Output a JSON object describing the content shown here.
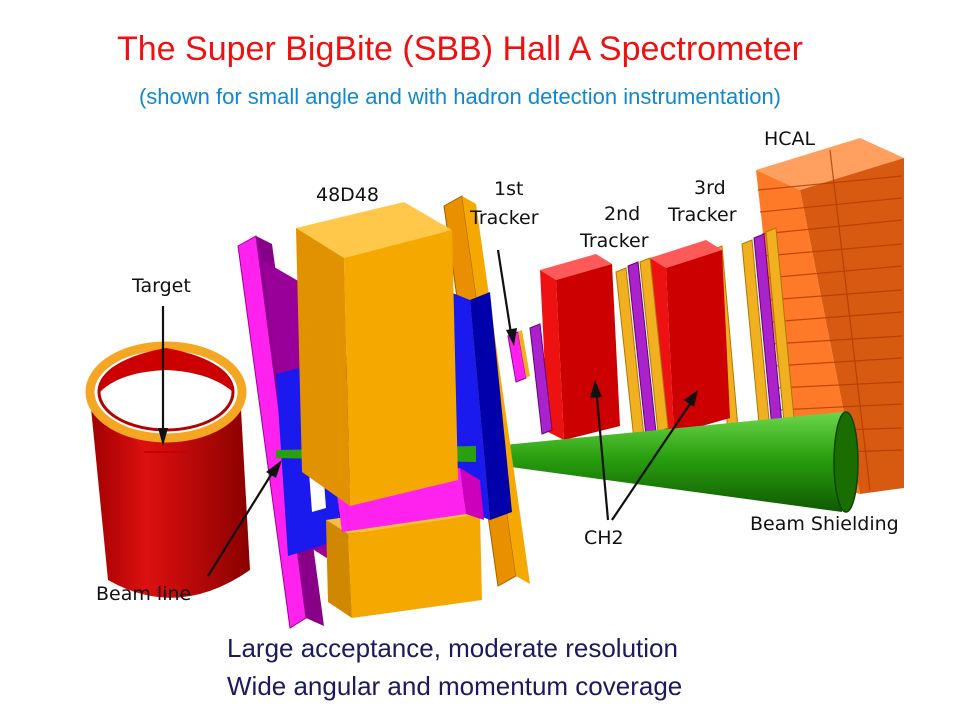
{
  "title": "The Super BigBite (SBB) Hall A Spectrometer",
  "subtitle": "(shown for small angle and with hadron detection instrumentation)",
  "labels": {
    "target": "Target",
    "magnet": "48D48",
    "tracker1_line1": "1st",
    "tracker1_line2": "Tracker",
    "tracker2_line1": "2nd",
    "tracker2_line2": "Tracker",
    "tracker3_line1": "3rd",
    "tracker3_line2": "Tracker",
    "hcal": "HCAL",
    "beam_line": "Beam line",
    "ch2": "CH2",
    "beam_shielding": "Beam Shielding"
  },
  "footer": {
    "line1": "Large acceptance, moderate resolution",
    "line2": "Wide angular and momentum coverage"
  },
  "colors": {
    "title": "#ee1111",
    "subtitle": "#1188cc",
    "footer": "#1a1a5e",
    "target": "#cc0000",
    "target_rim": "#f5a623",
    "magnet_yoke": "#f5a800",
    "coil": "#1a1aee",
    "magenta": "#ff22ee",
    "purple": "#990099",
    "tracker_box": "#ee1111",
    "ch2": "#f0b020",
    "hcal": "#ff7020",
    "beam_shield": "#1f8f00"
  }
}
